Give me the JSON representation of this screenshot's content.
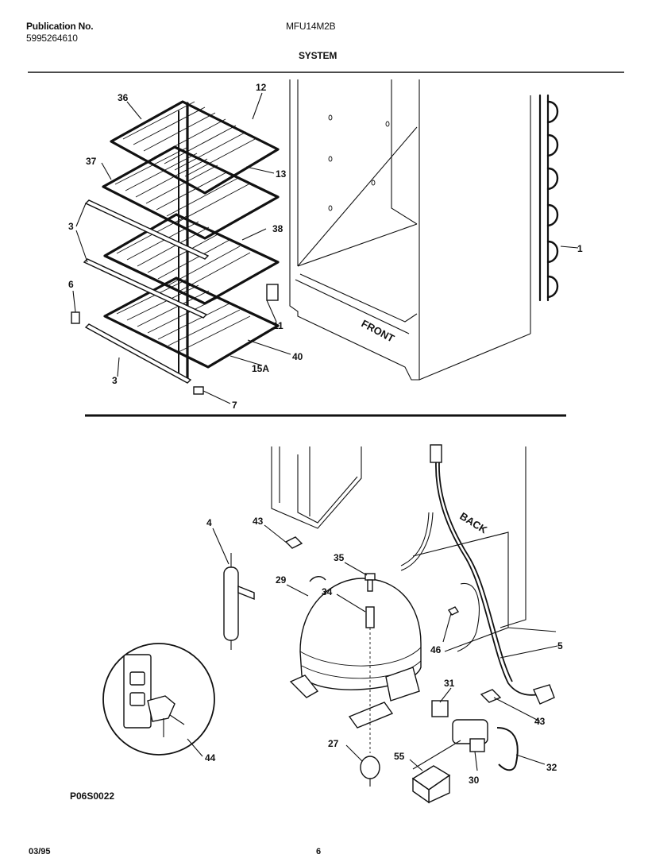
{
  "header": {
    "publication_label": "Publication No.",
    "publication_number": "5995264610",
    "model": "MFU14M2B",
    "section": "SYSTEM"
  },
  "footer": {
    "date": "03/95",
    "page": "6",
    "drawing_code": "P06S0022"
  },
  "callouts": {
    "c1": "1",
    "c3a": "3",
    "c3b": "3",
    "c4": "4",
    "c5": "5",
    "c6": "6",
    "c7": "7",
    "c11": "11",
    "c12": "12",
    "c13": "13",
    "c15a": "15A",
    "c27": "27",
    "c29": "29",
    "c30": "30",
    "c31": "31",
    "c32": "32",
    "c34": "34",
    "c35": "35",
    "c36": "36",
    "c37": "37",
    "c38": "38",
    "c40": "40",
    "c43a": "43",
    "c43b": "43",
    "c44": "44",
    "c46": "46",
    "c55": "55"
  },
  "cabinet_labels": {
    "front": "FRONT",
    "back": "BACK"
  }
}
